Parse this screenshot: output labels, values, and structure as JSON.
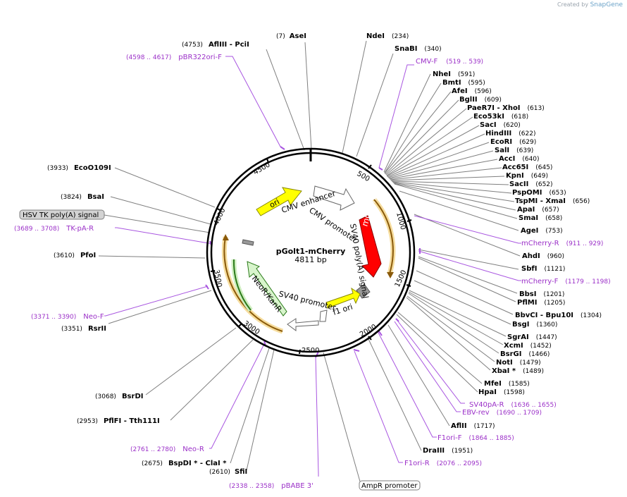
{
  "credit": {
    "created_by": "Created by",
    "brand": "SnapGene"
  },
  "plasmid": {
    "name": "pGolt1-mCherry",
    "size": "4811 bp"
  },
  "ticks": [
    "500",
    "1000",
    "1500",
    "2000",
    "2500",
    "3000",
    "3500",
    "4000",
    "4500"
  ],
  "features": {
    "cmv_enhancer": "CMV enhancer",
    "cmv_promoter": "CMV promoter",
    "mcherry": "mCherry",
    "sv40_polya": "SV40 poly(A) signal",
    "f1_ori": "f1 ori",
    "sv40_promoter": "SV40 promoter",
    "neo": "NeoR/KanR",
    "ori": "ori"
  },
  "labels": {
    "aseI": {
      "pos": "(7)",
      "name": "AseI"
    },
    "ndeI": {
      "name": "NdeI",
      "pos": "(234)"
    },
    "snabI": {
      "name": "SnaBI",
      "pos": "(340)"
    },
    "cmvF": {
      "name": "CMV-F",
      "pos": "(519 .. 539)"
    },
    "nheI": {
      "name": "NheI",
      "pos": "(591)"
    },
    "bmtI": {
      "name": "BmtI",
      "pos": "(595)"
    },
    "afeI": {
      "name": "AfeI",
      "pos": "(596)"
    },
    "bglII": {
      "name": "BglII",
      "pos": "(609)"
    },
    "paer7i": {
      "name": "PaeR7I",
      "sep": " - ",
      "name2": "XhoI",
      "pos": "(613)"
    },
    "eco53ki": {
      "name": "Eco53kI",
      "pos": "(618)"
    },
    "saci": {
      "name": "SacI",
      "pos": "(620)"
    },
    "hindiii": {
      "name": "HindIII",
      "pos": "(622)"
    },
    "ecori": {
      "name": "EcoRI",
      "pos": "(629)"
    },
    "sali": {
      "name": "SalI",
      "pos": "(639)"
    },
    "acci": {
      "name": "AccI",
      "pos": "(640)"
    },
    "acc65i": {
      "name": "Acc65I",
      "pos": "(645)"
    },
    "kpni": {
      "name": "KpnI",
      "pos": "(649)"
    },
    "sacii": {
      "name": "SacII",
      "pos": "(652)"
    },
    "pspomi": {
      "name": "PspOMI",
      "pos": "(653)"
    },
    "tspmi": {
      "name": "TspMI",
      "sep": " - ",
      "name2": "XmaI",
      "pos": "(656)"
    },
    "apai": {
      "name": "ApaI",
      "pos": "(657)"
    },
    "smai": {
      "name": "SmaI",
      "pos": "(658)"
    },
    "agei": {
      "name": "AgeI",
      "pos": "(753)"
    },
    "mcherryR": {
      "name": "mCherry-R",
      "pos": "(911 .. 929)"
    },
    "ahdi": {
      "name": "AhdI",
      "pos": "(960)"
    },
    "sbfi": {
      "name": "SbfI",
      "pos": "(1121)"
    },
    "mcherryF": {
      "name": "mCherry-F",
      "pos": "(1179 .. 1198)"
    },
    "bbsi": {
      "name": "BbsI",
      "pos": "(1201)"
    },
    "pflmi": {
      "name": "PflMI",
      "pos": "(1205)"
    },
    "bbvci": {
      "name": "BbvCI",
      "sep": " - ",
      "name2": "Bpu10I",
      "pos": "(1304)"
    },
    "bsgi": {
      "name": "BsgI",
      "pos": "(1360)"
    },
    "sgrai": {
      "name": "SgrAI",
      "pos": "(1447)"
    },
    "xcmi": {
      "name": "XcmI",
      "pos": "(1452)"
    },
    "bsrgi": {
      "name": "BsrGI",
      "pos": "(1466)"
    },
    "noti": {
      "name": "NotI",
      "pos": "(1479)"
    },
    "xbai": {
      "name": "XbaI *",
      "pos": "(1489)"
    },
    "mfei": {
      "name": "MfeI",
      "pos": "(1585)"
    },
    "hpai": {
      "name": "HpaI",
      "pos": "(1598)"
    },
    "sv40paR": {
      "name": "SV40pA-R",
      "pos": "(1636 .. 1655)"
    },
    "ebvrev": {
      "name": "EBV-rev",
      "pos": "(1690 .. 1709)"
    },
    "aflii": {
      "name": "AflII",
      "pos": "(1717)"
    },
    "f1oriF": {
      "name": "F1ori-F",
      "pos": "(1864 .. 1885)"
    },
    "draiii": {
      "name": "DraIII",
      "pos": "(1951)"
    },
    "f1oriR": {
      "name": "F1ori-R",
      "pos": "(2076 .. 2095)"
    },
    "ampR": {
      "name": "AmpR promoter"
    },
    "pbabe": {
      "pos": "(2338 .. 2358)",
      "name": "pBABE 3'"
    },
    "sfii": {
      "pos": "(2610)",
      "name": "SfiI"
    },
    "bspdi": {
      "pos": "(2675)",
      "name": "BspDI *",
      "sep": " - ",
      "name2": "ClaI *"
    },
    "neoR": {
      "pos": "(2761 .. 2780)",
      "name": "Neo-R"
    },
    "pflfi": {
      "pos": "(2953)",
      "name": "PflFI",
      "sep": " - ",
      "name2": "Tth111I"
    },
    "bsrdi": {
      "pos": "(3068)",
      "name": "BsrDI"
    },
    "rsrii": {
      "pos": "(3351)",
      "name": "RsrII"
    },
    "neoF": {
      "pos": "(3371 .. 3390)",
      "name": "Neo-F"
    },
    "pfoi": {
      "pos": "(3610)",
      "name": "PfoI"
    },
    "tkpaR": {
      "pos": "(3689 .. 3708)",
      "name": "TK-pA-R"
    },
    "hsvtk": {
      "name": "HSV TK poly(A) signal"
    },
    "bsai": {
      "pos": "(3824)",
      "name": "BsaI"
    },
    "eco0109i": {
      "pos": "(3933)",
      "name": "EcoO109I"
    },
    "pbr322": {
      "pos": "(4598 .. 4617)",
      "name": "pBR322ori-F"
    },
    "afliii": {
      "pos": "(4753)",
      "name": "AflIII",
      "sep": "  - ",
      "name2": "PciI"
    }
  }
}
